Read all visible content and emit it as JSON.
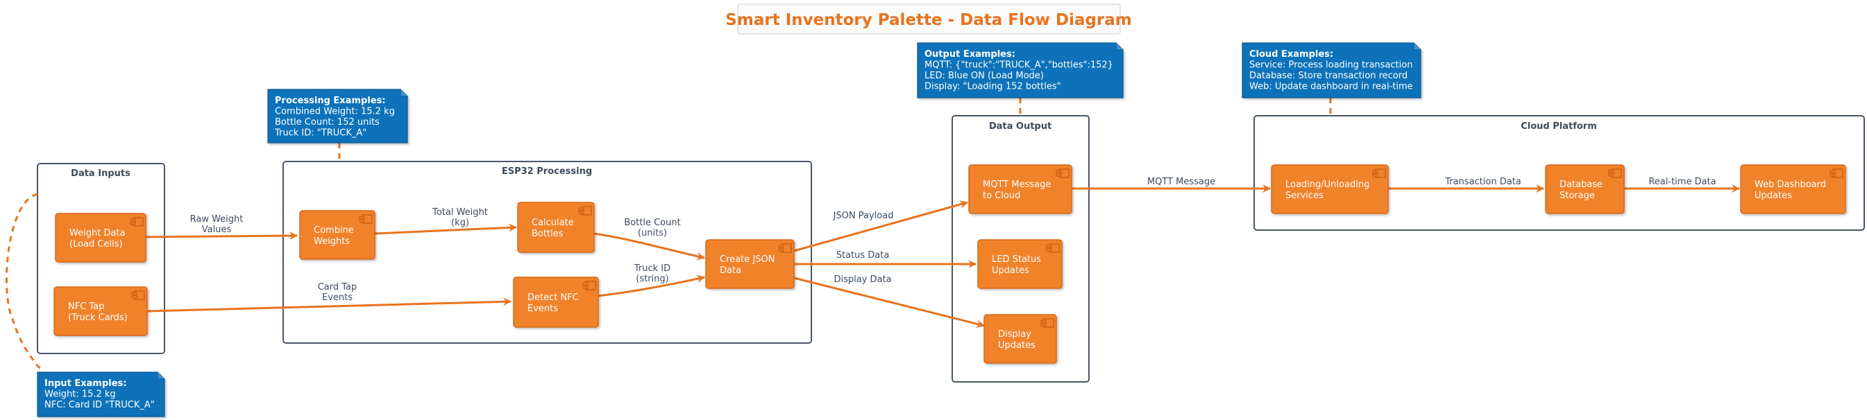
{
  "title": "Smart Inventory Palette - Data Flow Diagram",
  "colors": {
    "accent": "#e8731e",
    "node_fill": "#f0822b",
    "note_fill": "#0b72b9",
    "package_border": "#4a5568",
    "text_dark": "#3d4a5c"
  },
  "packages": {
    "inputs": "Data Inputs",
    "processing": "ESP32 Processing",
    "output": "Data Output",
    "cloud": "Cloud Platform"
  },
  "nodes": {
    "weight": [
      "Weight Data",
      "(Load Cells)"
    ],
    "nfc": [
      "NFC Tap",
      "(Truck Cards)"
    ],
    "combine": [
      "Combine",
      "Weights"
    ],
    "calc": [
      "Calculate",
      "Bottles"
    ],
    "detect": [
      "Detect NFC",
      "Events"
    ],
    "json": [
      "Create JSON",
      "Data"
    ],
    "mqtt": [
      "MQTT Message",
      "to Cloud"
    ],
    "led": [
      "LED Status",
      "Updates"
    ],
    "display": [
      "Display",
      "Updates"
    ],
    "services": [
      "Loading/Unloading",
      "Services"
    ],
    "storage": [
      "Database",
      "Storage"
    ],
    "dashboard": [
      "Web Dashboard",
      "Updates"
    ]
  },
  "edges": {
    "raw_weight": [
      "Raw Weight",
      "Values"
    ],
    "card_tap": [
      "Card Tap",
      "Events"
    ],
    "total_weight": [
      "Total Weight",
      "(kg)"
    ],
    "bottle_count": [
      "Bottle Count",
      "(units)"
    ],
    "truck_id": [
      "Truck ID",
      "(string)"
    ],
    "json_payload": [
      "JSON Payload"
    ],
    "status_data": [
      "Status Data"
    ],
    "display_data": [
      "Display Data"
    ],
    "mqtt_message": [
      "MQTT Message"
    ],
    "transaction_data": [
      "Transaction Data"
    ],
    "realtime_data": [
      "Real-time Data"
    ]
  },
  "notes": {
    "input": {
      "heading": "Input Examples:",
      "lines": [
        "Weight: 15.2 kg",
        "NFC: Card ID \"TRUCK_A\""
      ]
    },
    "processing": {
      "heading": "Processing Examples:",
      "lines": [
        "Combined Weight: 15.2 kg",
        "Bottle Count: 152 units",
        "Truck ID: \"TRUCK_A\""
      ]
    },
    "output": {
      "heading": "Output Examples:",
      "lines": [
        "MQTT: {\"truck\":\"TRUCK_A\",\"bottles\":152}",
        "LED: Blue ON (Load Mode)",
        "Display: \"Loading 152 bottles\""
      ]
    },
    "cloud": {
      "heading": "Cloud Examples:",
      "lines": [
        "Service: Process loading transaction",
        "Database: Store transaction record",
        "Web: Update dashboard in real-time"
      ]
    }
  }
}
